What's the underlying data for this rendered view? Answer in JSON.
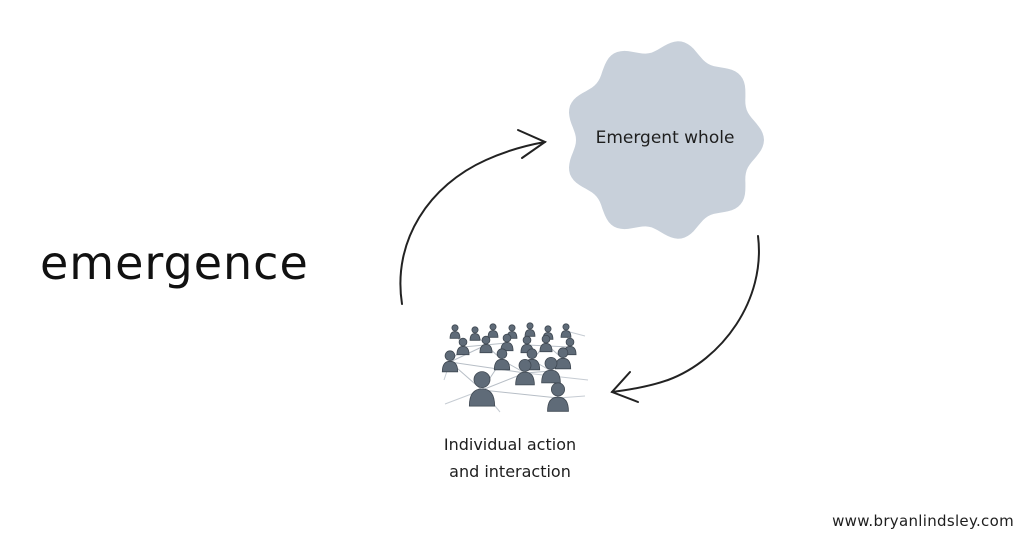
{
  "title": "emergence",
  "nodes": {
    "whole": {
      "label": "Emergent whole",
      "fill": "#c8d0da"
    },
    "individuals": {
      "label_line1": "Individual action",
      "label_line2": "and interaction",
      "icon": "people-network-icon",
      "figure_color": "#5f6b78"
    }
  },
  "arrows": [
    {
      "from": "individuals",
      "to": "whole"
    },
    {
      "from": "whole",
      "to": "individuals"
    }
  ],
  "footer": {
    "url": "www.bryanlindsley.com"
  }
}
